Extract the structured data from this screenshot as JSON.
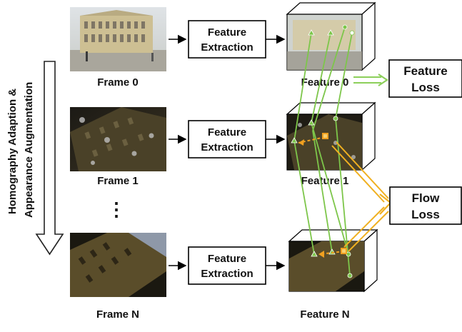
{
  "side_label": {
    "line1": "Homography Adaption &",
    "line2": "Appearance Augmentation"
  },
  "rows": [
    {
      "frame_label": "Frame 0",
      "process_label_1": "Feature",
      "process_label_2": "Extraction",
      "feature_label": "Feature 0"
    },
    {
      "frame_label": "Frame 1",
      "process_label_1": "Feature",
      "process_label_2": "Extraction",
      "feature_label": "Feature 1"
    },
    {
      "frame_label": "Frame N",
      "process_label_1": "Feature",
      "process_label_2": "Extraction",
      "feature_label": "Feature N"
    }
  ],
  "ellipsis": "⋮",
  "feature_loss": {
    "line1": "Feature",
    "line2": "Loss"
  },
  "flow_loss": {
    "line1": "Flow",
    "line2": "Loss"
  },
  "colors": {
    "correspondence_lines": "#7dc64a",
    "flow_arrows": "#f0a020",
    "feature_loss_arrow": "#8ccf5a",
    "box_border": "#000000"
  }
}
